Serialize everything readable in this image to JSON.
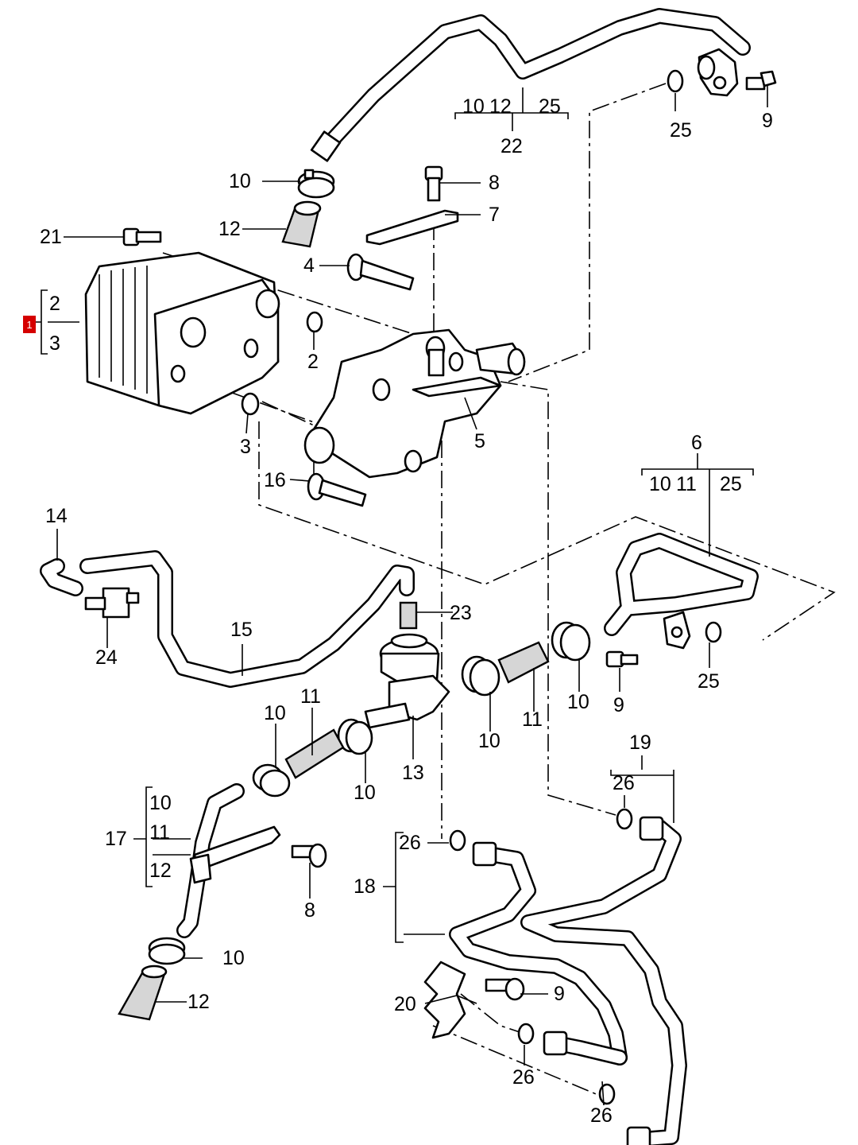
{
  "diagram": {
    "highlight_badge": "1",
    "callouts": {
      "c1_top": "2",
      "c1_bottom": "3",
      "c2": "2",
      "c3": "3",
      "c4": "4",
      "c5": "5",
      "c6": "6",
      "c6_a": "10",
      "c6_b": "11",
      "c6_c": "25",
      "c7": "7",
      "c8_top": "8",
      "c8_bottom": "8",
      "c9_top": "9",
      "c9_mid": "9",
      "c9_bottom": "9",
      "c10_top": "10",
      "c10_a": "10",
      "c10_b": "10",
      "c10_c": "10",
      "c10_d": "10",
      "c10_e": "10",
      "c11_a": "11",
      "c11_b": "11",
      "c12_top": "12",
      "c12_bottom": "12",
      "c13": "13",
      "c14": "14",
      "c15": "15",
      "c16": "16",
      "c17": "17",
      "c17_a": "10",
      "c17_b": "11",
      "c17_c": "12",
      "c18": "18",
      "c19": "19",
      "c19_a": "26",
      "c20": "20",
      "c21": "21",
      "c22": "22",
      "c22_a": "10",
      "c22_b": "12",
      "c22_c": "25",
      "c23": "23",
      "c24": "24",
      "c25_top": "25",
      "c25_mid": "25",
      "c26_a": "26",
      "c26_b": "26",
      "c26_c": "26"
    }
  }
}
